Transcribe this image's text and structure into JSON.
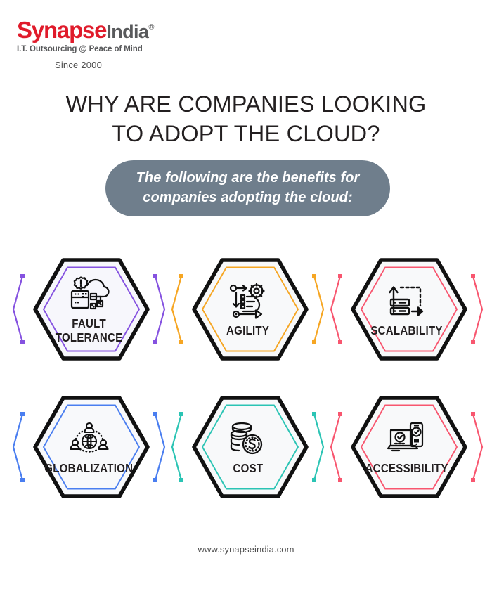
{
  "brand": {
    "name_part1": "Synapse",
    "name_part2": "India",
    "registered_mark": "®",
    "tagline": "I.T. Outsourcing @ Peace of Mind",
    "since": "Since 2000",
    "red": "#e01b2b",
    "gray": "#58595b"
  },
  "heading": {
    "line1": "WHY ARE COMPANIES LOOKING",
    "line2": "TO ADOPT THE CLOUD?"
  },
  "subtitle": {
    "line1": "The following are the benefits for",
    "line2": "companies adopting the cloud:",
    "background": "#6f7e8c",
    "text_color": "#ffffff"
  },
  "benefits": [
    {
      "id": "fault-tolerance",
      "label_lines": [
        "FAULT",
        "TOLERANCE"
      ],
      "label": "FAULT TOLERANCE",
      "icon": "server-cloud-alert-icon",
      "accent": "#8552e0",
      "fill": "#f7f7fc",
      "outline": "#111111"
    },
    {
      "id": "agility",
      "label_lines": [
        "AGILITY"
      ],
      "label": "AGILITY",
      "icon": "workflow-gear-arrow-icon",
      "accent": "#f6a623",
      "fill": "#f8f9fa",
      "outline": "#111111"
    },
    {
      "id": "scalability",
      "label_lines": [
        "SCALABILITY"
      ],
      "label": "SCALABILITY",
      "icon": "server-scale-arrows-icon",
      "accent": "#f8566f",
      "fill": "#f8f9fa",
      "outline": "#111111"
    },
    {
      "id": "globalization",
      "label_lines": [
        "GLOBALIZATION"
      ],
      "label": "GLOBALIZATION",
      "icon": "globe-users-network-icon",
      "accent": "#4a7ef0",
      "fill": "#f8f9fb",
      "outline": "#111111"
    },
    {
      "id": "cost",
      "label_lines": [
        "COST"
      ],
      "label": "COST",
      "icon": "coins-dollar-icon",
      "accent": "#2bc4b4",
      "fill": "#f8f9fa",
      "outline": "#111111"
    },
    {
      "id": "accessibility",
      "label_lines": [
        "ACCESSIBILITY"
      ],
      "label": "ACCESSIBILITY",
      "icon": "laptop-mobile-check-icon",
      "accent": "#f8566f",
      "fill": "#f8f9fa",
      "outline": "#111111"
    }
  ],
  "footer": {
    "website": "www.synapseindia.com"
  }
}
